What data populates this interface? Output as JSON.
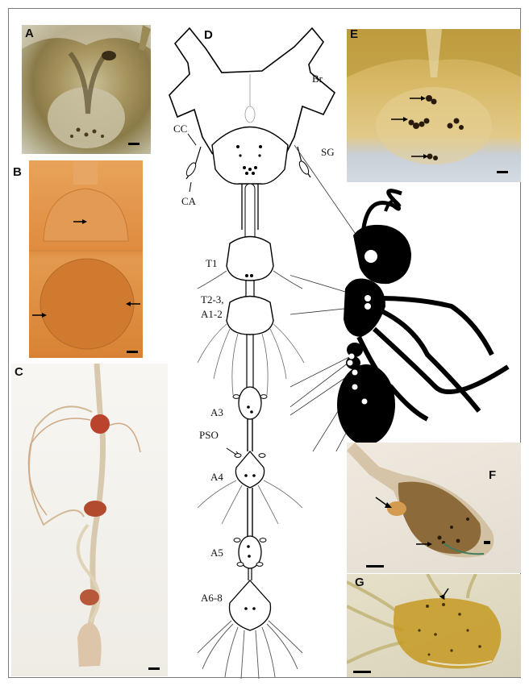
{
  "figure": {
    "panels": {
      "a": "A",
      "b": "B",
      "c": "C",
      "d": "D",
      "e": "E",
      "f": "F",
      "g": "G"
    },
    "diagram_labels": {
      "br": "Br",
      "sg": "SG",
      "cc": "CC",
      "ca": "CA",
      "t1": "T1",
      "t23": "T2-3,",
      "a12": "A1-2",
      "a3": "A3",
      "pso": "PSO",
      "a4": "A4",
      "a5": "A5",
      "a68": "A6-8"
    },
    "colors": {
      "line": "#000000",
      "ant": "#000000",
      "border": "#7a7a7a"
    }
  }
}
